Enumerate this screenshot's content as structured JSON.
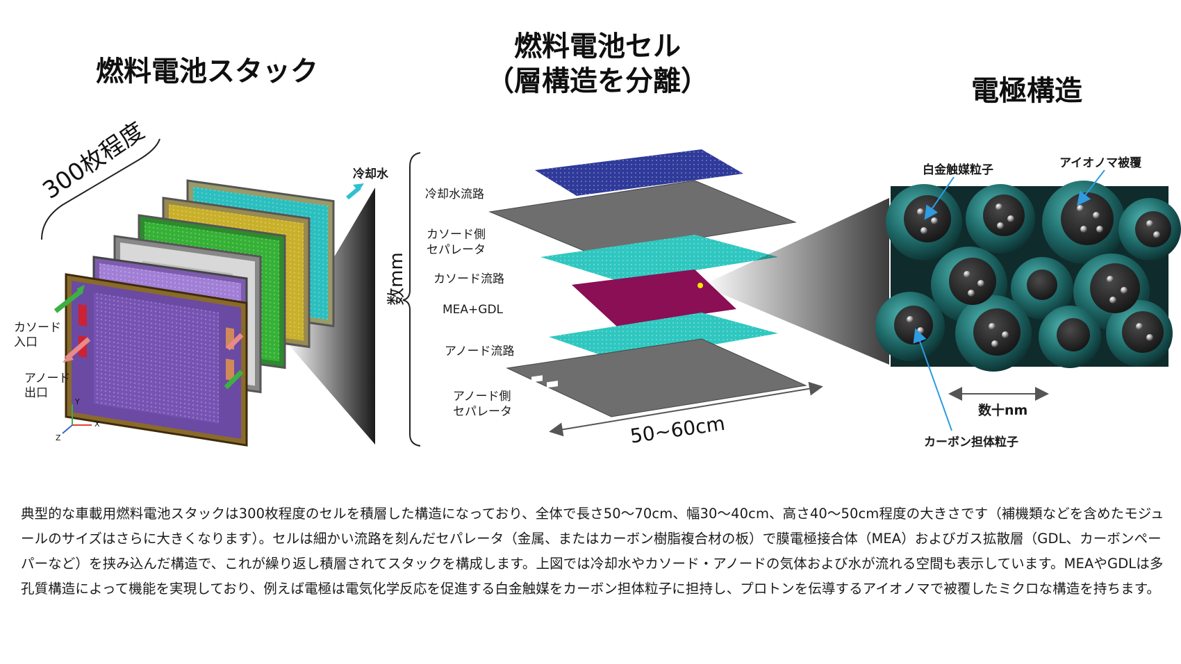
{
  "titles": {
    "stack": "燃料電池スタック",
    "cell_line1": "燃料電池セル",
    "cell_line2": "（層構造を分離）",
    "electrode": "電極構造"
  },
  "stack_labels": {
    "count": "300枚程度",
    "coolant": "冷却水",
    "cathode_inlet_1": "カソード",
    "cathode_inlet_2": "入口",
    "anode_outlet_1": "アノード",
    "anode_outlet_2": "出口",
    "axis_x": "X",
    "axis_y": "Y",
    "axis_z": "Z"
  },
  "cell_labels": {
    "thickness": "数mm",
    "layers": [
      "冷却水流路",
      "カソード側",
      "セパレータ",
      "カソード流路",
      "MEA+GDL",
      "アノード流路",
      "アノード側",
      "セパレータ"
    ],
    "width": "50~60cm"
  },
  "electrode_labels": {
    "platinum": "白金触媒粒子",
    "ionomer": "アイオノマ被覆",
    "carbon": "カーボン担体粒子",
    "scale": "数十nm"
  },
  "colors": {
    "coolant_layer": "#2f3a9a",
    "separator": "#6e6e6e",
    "flow_channel": "#2fc7c0",
    "mea": "#8a0f55",
    "ionomer": "#1f6b6a",
    "carbon": "#222222",
    "arrow_blue": "#2f9be0"
  },
  "description": "典型的な車載用燃料電池スタックは300枚程度のセルを積層した構造になっており、全体で長さ50～70cm、幅30～40cm、高さ40～50cm程度の大きさです（補機類などを含めたモジュールのサイズはさらに大きくなります）。セルは細かい流路を刻んだセパレータ（金属、またはカーボン樹脂複合材の板）で膜電極接合体（MEA）およびガス拡散層（GDL、カーボンペーパーなど）を挟み込んだ構造で、これが繰り返し積層されてスタックを構成します。上図では冷却水やカソード・アノードの気体および水が流れる空間も表示しています。MEAやGDLは多孔質構造によって機能を実現しており、例えば電極は電気化学反応を促進する白金触媒をカーボン担体粒子に担持し、プロトンを伝導するアイオノマで被覆したミクロな構造を持ちます。"
}
